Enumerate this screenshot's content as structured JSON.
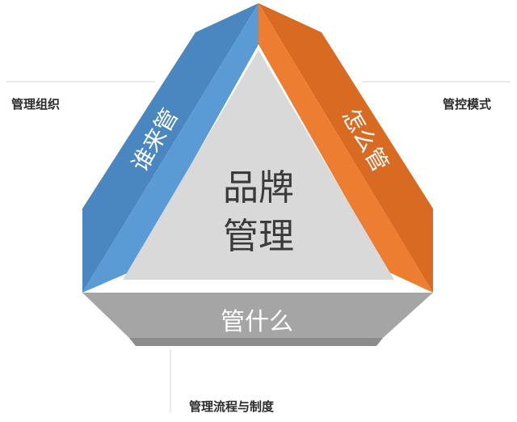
{
  "center": {
    "line1": "品牌",
    "line2": "管理"
  },
  "sides": {
    "left": "谁来管",
    "right": "怎么管",
    "bottom": "管什么"
  },
  "outer_labels": {
    "left": "管理组织",
    "right": "管控模式",
    "bottom": "管理流程与制度"
  },
  "colors": {
    "left_band": "#5b9bd5",
    "left_band_dark": "#4a86c0",
    "right_band": "#ed7d31",
    "right_band_dark": "#d86a22",
    "bottom_band": "#a5a5a5",
    "bottom_band_dark": "#8c8c8c",
    "inner_triangle": "#d9d9d9",
    "line": "#cfcfcf"
  }
}
